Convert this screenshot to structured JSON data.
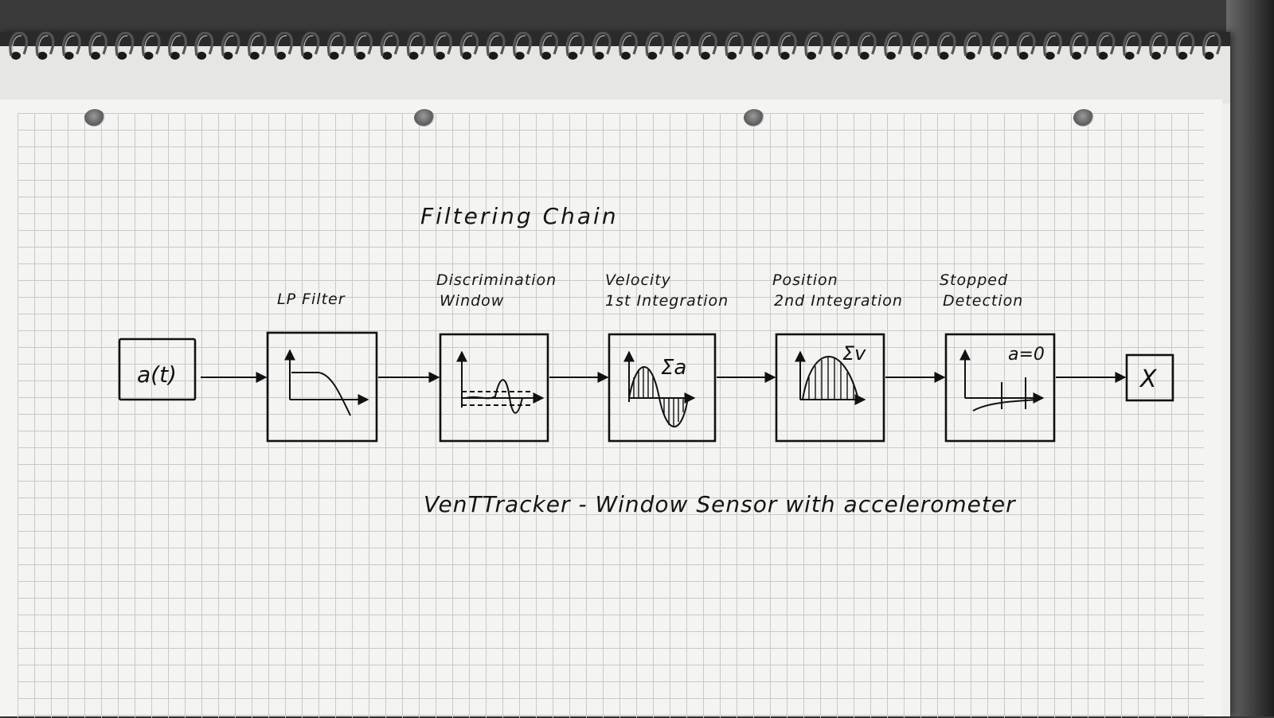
{
  "diagram": {
    "title": "Filtering Chain",
    "caption": "VenTTracker - Window Sensor with accelerometer",
    "input_label": "a(t)",
    "output_label": "X",
    "blocks": [
      {
        "label_line1": "LP Filter",
        "label_line2": ""
      },
      {
        "label_line1": "Discrimination",
        "label_line2": "Window"
      },
      {
        "label_line1": "Velocity",
        "label_line2": "1st Integration",
        "symbol": "Σa"
      },
      {
        "label_line1": "Position",
        "label_line2": "2nd Integration",
        "symbol": "Σv"
      },
      {
        "label_line1": "Stopped",
        "label_line2": "Detection",
        "symbol": "a=0"
      }
    ]
  }
}
